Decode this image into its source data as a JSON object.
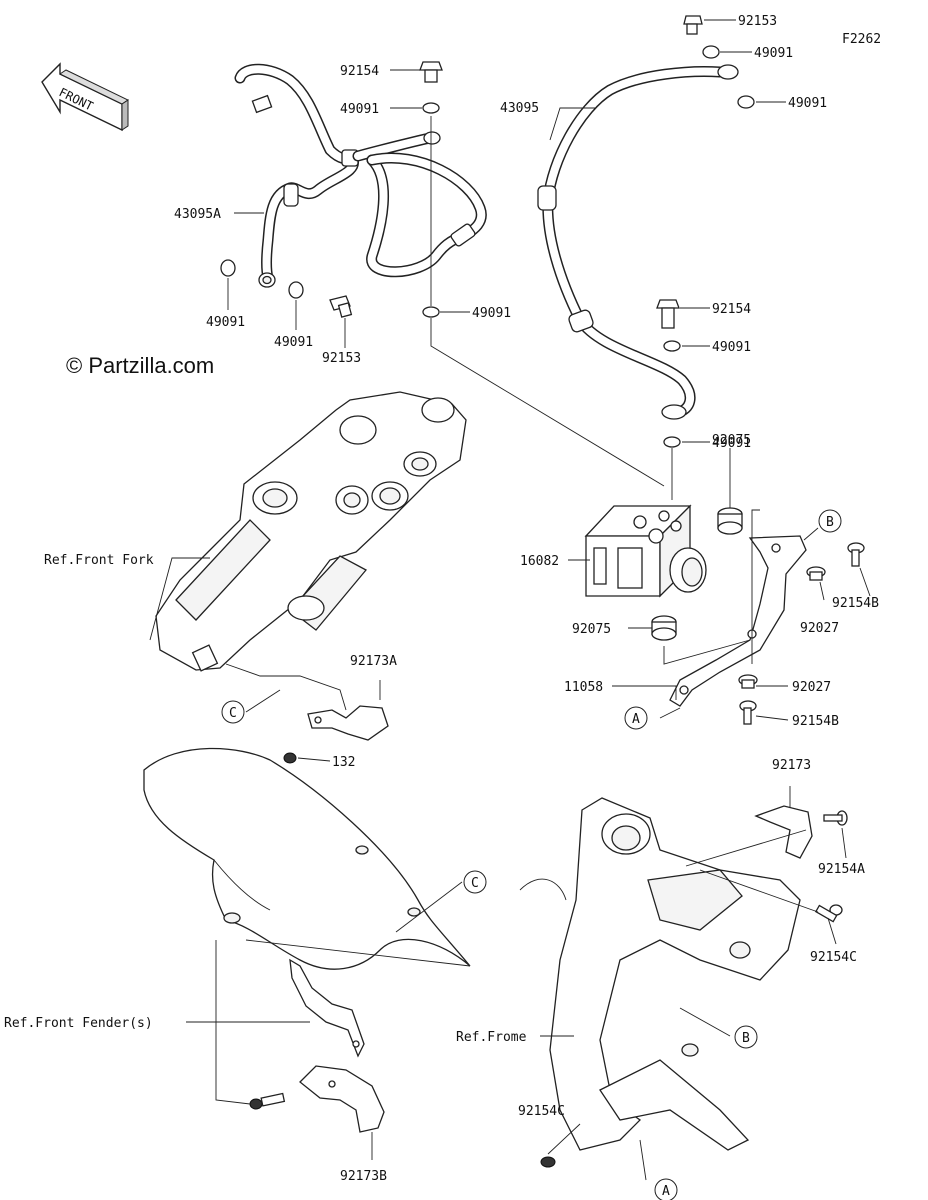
{
  "diagram_code": "F2262",
  "watermark": "© Partzilla.com",
  "direction_arrow": {
    "label": "FRONT",
    "icon": "front-arrow-icon"
  },
  "part_labels": {
    "p92153_top": "92153",
    "p49091_top_a": "49091",
    "p49091_top_b": "49091",
    "p43095": "43095",
    "p92154_top": "92154",
    "p49091_mid_left": "49091",
    "p43095A": "43095A",
    "p49091_low_a": "49091",
    "p49091_low_b": "49091",
    "p92153_low": "92153",
    "p49091_low_c": "49091",
    "p92154_right": "92154",
    "p49091_right_a": "49091",
    "p49091_right_b": "49091",
    "p92075_top": "92075",
    "p16082": "16082",
    "p92154B_top": "92154B",
    "p92027_top": "92027",
    "p92075_bot": "92075",
    "p11058": "11058",
    "p92027_bot": "92027",
    "p92154B_bot": "92154B",
    "p92173A": "92173A",
    "p132": "132",
    "p92173": "92173",
    "p92154A": "92154A",
    "p92154C_right": "92154C",
    "p92154C_left": "92154C",
    "p92173B": "92173B"
  },
  "reference_labels": {
    "front_fork": "Ref.Front Fork",
    "front_fender": "Ref.Front Fender(s)",
    "frame": "Ref.Frome"
  },
  "callouts": {
    "b_top": "B",
    "c_fork": "C",
    "a_bracket": "A",
    "c_fender": "C",
    "b_frame": "B",
    "a_frame": "A"
  }
}
